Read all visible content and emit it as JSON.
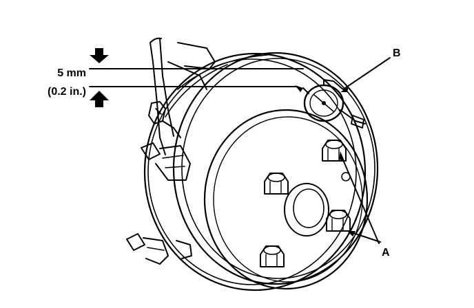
{
  "labels": {
    "measure_mm": "5 mm",
    "measure_in": "(0.2 in.)",
    "callout_a": "A",
    "callout_b": "B"
  },
  "colors": {
    "ink": "#000000",
    "paper": "#ffffff"
  }
}
